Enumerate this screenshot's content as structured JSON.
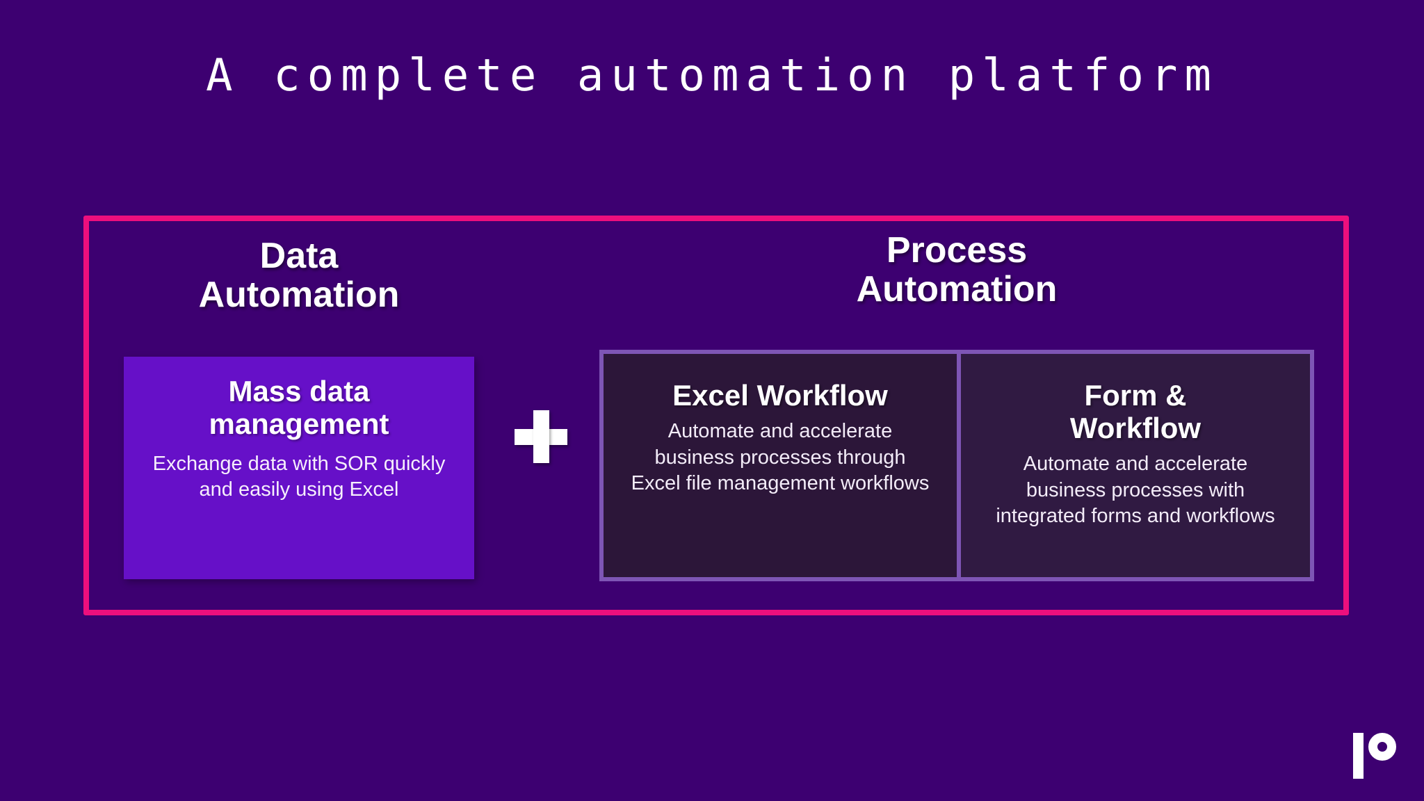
{
  "slide": {
    "title": "A complete automation platform",
    "background_color": "#3d0071",
    "frame_border_color": "#ed0f7d"
  },
  "columns": {
    "data_automation": {
      "heading": "Data\nAutomation",
      "card": {
        "title": "Mass data\nmanagement",
        "description": "Exchange data with SOR quickly and easily using Excel",
        "background_color": "#6610c8"
      }
    },
    "operator": "+",
    "process_automation": {
      "heading": "Process\nAutomation",
      "border_color": "#7e55b5",
      "cards": [
        {
          "title": "Excel Workflow",
          "description": "Automate and accelerate business processes through Excel file management workflows"
        },
        {
          "title": "Form &\nWorkflow",
          "description": "Automate and accelerate business processes with integrated forms and workflows"
        }
      ]
    }
  },
  "logo": {
    "name": "brand-logo-p"
  }
}
